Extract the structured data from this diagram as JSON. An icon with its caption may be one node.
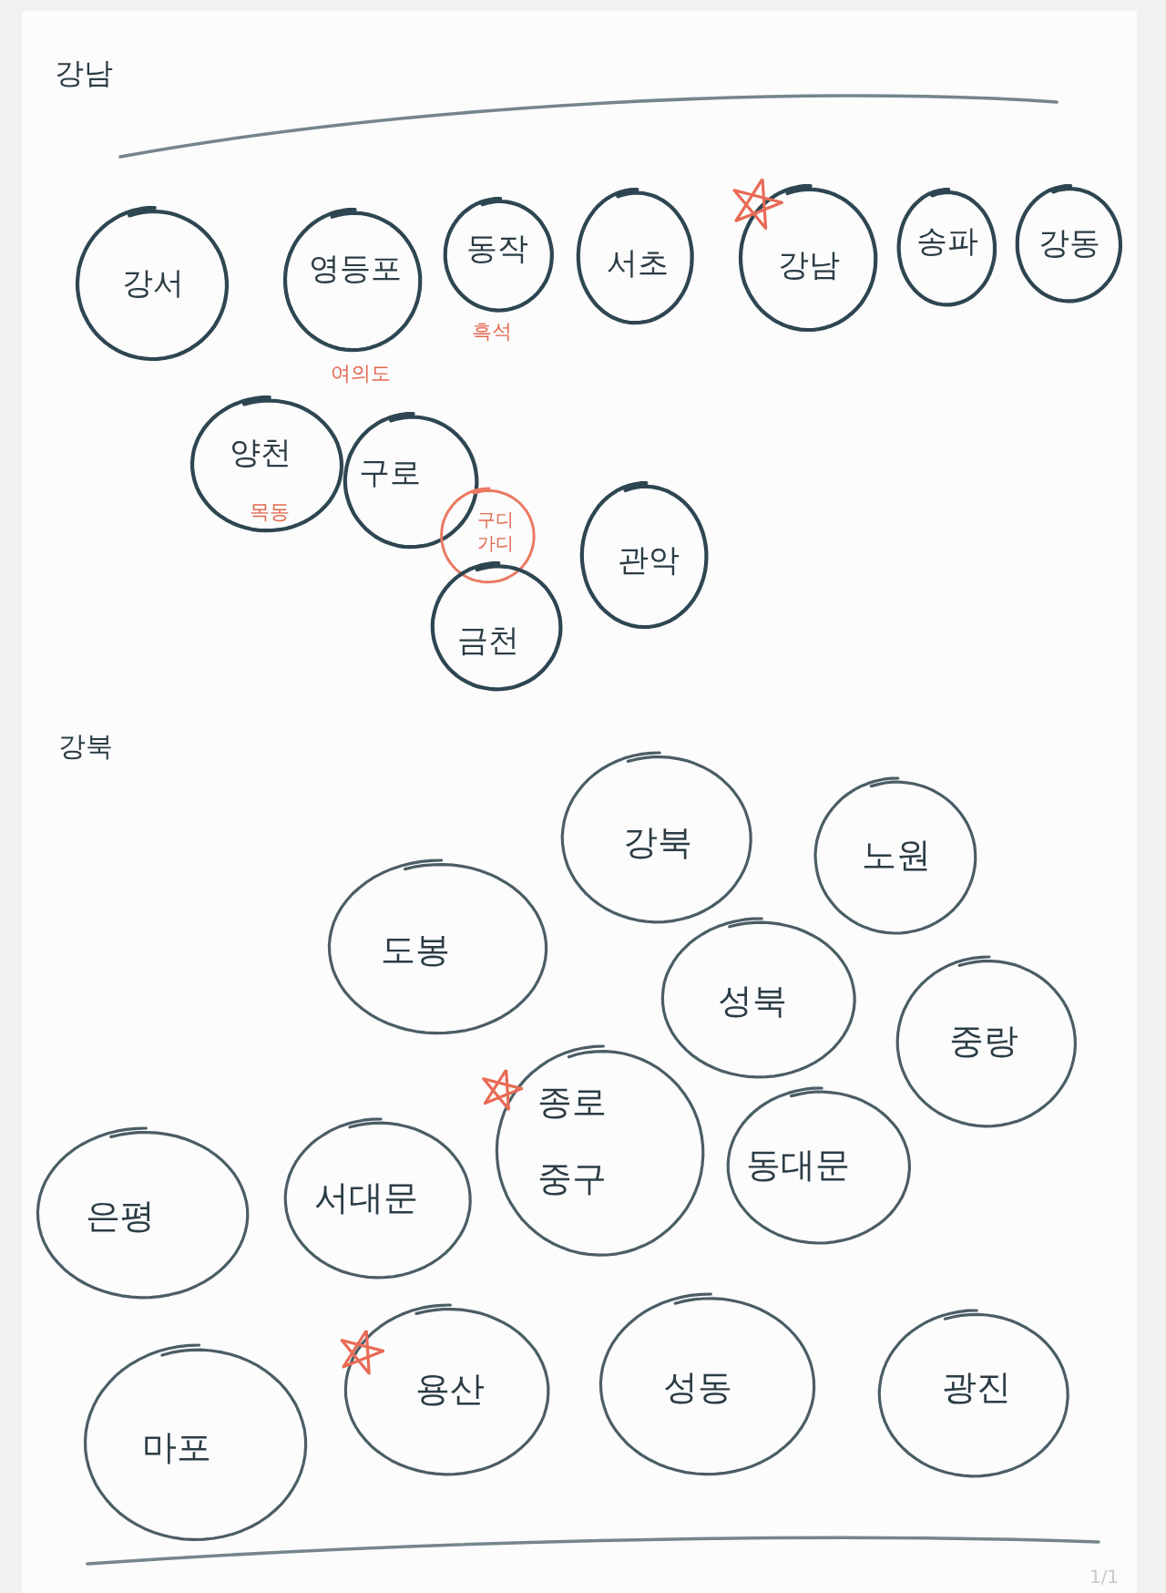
{
  "diagram": {
    "nodes": [
      {
        "text": [
          "강서"
        ]
      },
      {
        "text": [
          "영등포"
        ],
        "beside": [
          "여의도"
        ]
      },
      {
        "text": [
          "동작"
        ],
        "beside": [
          "흑석"
        ]
      },
      {
        "text": [
          "서초"
        ]
      },
      {
        "text": [
          "강남"
        ]
      },
      {
        "text": [
          "송파"
        ]
      },
      {
        "text": [
          "강동"
        ]
      },
      {
        "text": [
          "양천",
          "목동"
        ]
      },
      {
        "text": [
          "구로"
        ]
      },
      {
        "text": [
          "구디 가디"
        ]
      },
      {
        "text": [
          "금천"
        ]
      },
      {
        "text": [
          "관악"
        ]
      },
      {
        "text": [
          "강북"
        ]
      },
      {
        "text": [
          "노원"
        ]
      },
      {
        "text": [
          "도봉"
        ]
      },
      {
        "text": [
          "성북"
        ]
      },
      {
        "text": [
          "중랑"
        ]
      },
      {
        "text": [
          "종로 중구"
        ]
      },
      {
        "text": [
          "동대문"
        ]
      },
      {
        "text": [
          "은평"
        ]
      },
      {
        "text": [
          "서대문"
        ]
      },
      {
        "text": [
          "마포"
        ]
      },
      {
        "text": [
          "용산"
        ]
      },
      {
        "text": [
          "성동"
        ]
      },
      {
        "text": [
          "광진"
        ]
      }
    ],
    "labels": [
      "강남",
      "강북",
      "1/1"
    ]
  }
}
